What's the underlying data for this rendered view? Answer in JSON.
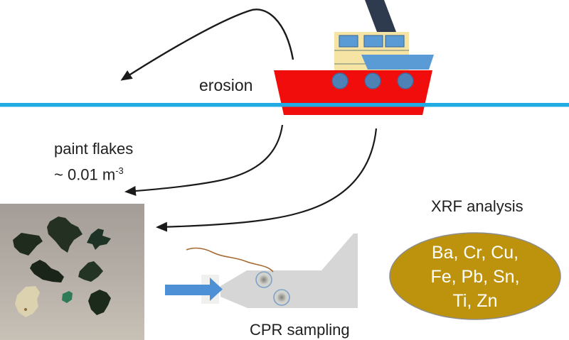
{
  "figure": {
    "erosion_label": "erosion",
    "paint_flakes": {
      "line1": "paint flakes",
      "line2_base": "~ 0.01 m",
      "line2_sup": "-3"
    },
    "cpr_label": "CPR sampling",
    "xrf_label": "XRF analysis",
    "xrf_elements_lines": [
      "Ba, Cr, Cu,",
      "Fe, Pb, Sn,",
      "Ti, Zn"
    ],
    "colors": {
      "water_line": "#20ACE3",
      "hull_red": "#F20D0D",
      "cabin_cream": "#F5E4A3",
      "cabin_stripe": "#AFB28C",
      "window_blue": "#5B9BD5",
      "porthole_blue": "#4E82B6",
      "chimney_navy": "#2E3A4D",
      "flow_arrow_blue": "#4E90D5",
      "cpr_body_gray": "#D6D6D6",
      "wire_brown": "#A5682F",
      "black_arrow": "#1A1A1A",
      "xrf_ellipse_fill": "#BD930E",
      "xrf_ellipse_border": "#8C8C8C",
      "xrf_text": "#FFFFFF",
      "photo_bg_top": "#A69F99",
      "photo_bg_bottom": "#C6BFB5",
      "flake_dark_green": "#1E2C1D",
      "flake_teal": "#2F7A57",
      "flake_cream": "#DCD2AF"
    }
  }
}
